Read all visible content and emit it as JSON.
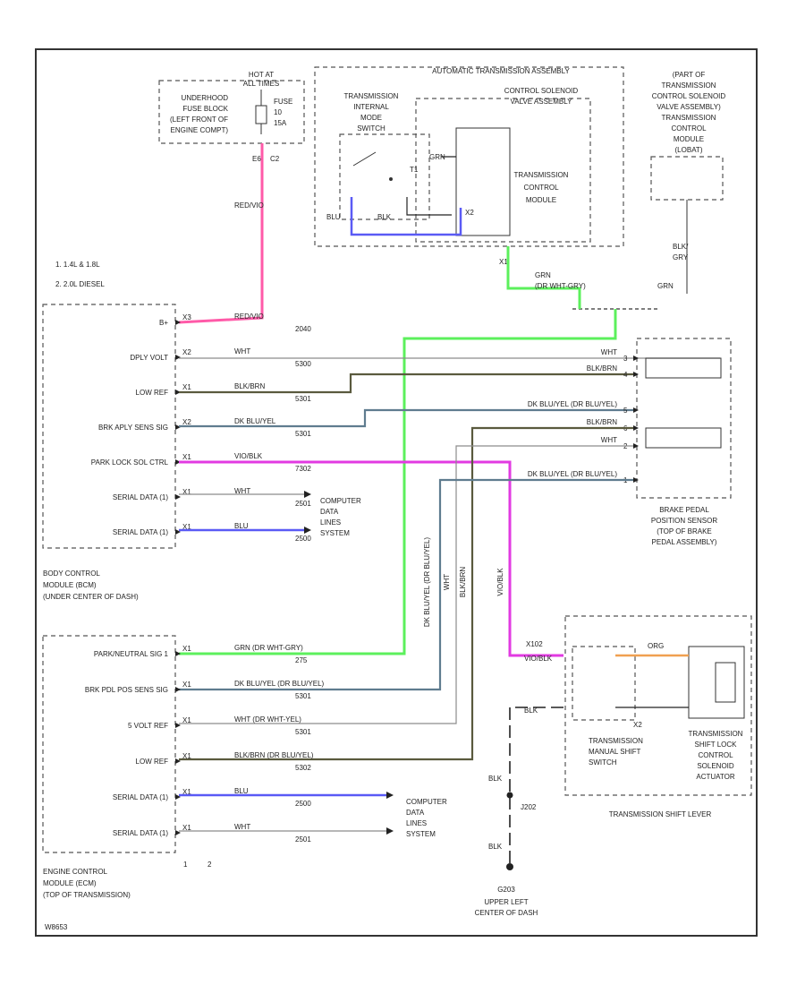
{
  "colors": {
    "red_pink": "#ff5aa8",
    "green": "#5cf05c",
    "magenta": "#e23ae2",
    "blue": "#5a5af5",
    "dk_blue_yel": "#5f7c8f",
    "blk_brn": "#5a5a3e",
    "gray": "#8c8c8c",
    "orange": "#f0a050",
    "black": "#222222"
  },
  "fuse": {
    "lines": [
      "HOT AT",
      "ALL TIMES"
    ],
    "name_lines": [
      "FUSE",
      "10",
      "15A"
    ],
    "block_lines": [
      "UNDERHOOD",
      "FUSE BLOCK",
      "(LEFT FRONT OF",
      "ENGINE COMPT)"
    ],
    "pins": [
      "E6",
      "C2"
    ],
    "wire_label": "RED/VIO"
  },
  "notes": [
    "1. 1.4L & 1.8L",
    "2. 2.0L DIESEL"
  ],
  "tcm_assembly": {
    "title": "AUTOMATIC TRANSMISSION ASSEMBLY",
    "solenoid_lines": [
      "CONTROL SOLENOID",
      "VALVE ASSEMBLY"
    ],
    "switch_lines": [
      "TRANSMISSION",
      "INTERNAL",
      "MODE",
      "SWITCH"
    ],
    "module_lines": [
      "TRANSMISSION",
      "CONTROL",
      "MODULE"
    ],
    "internal_labels": [
      "GRN",
      "BLU",
      "BLK"
    ],
    "pin_labels": [
      "T1",
      "X2",
      "X1"
    ]
  },
  "part_of": {
    "lines": [
      "(PART OF",
      "TRANSMISSION",
      "CONTROL SOLENOID",
      "VALVE ASSEMBLY)",
      "TRANSMISSION",
      "CONTROL",
      "MODULE",
      "(LOBAT)"
    ],
    "wire_lines": [
      "BLK/",
      "GRY"
    ],
    "grn_label": "GRN"
  },
  "green_wire_labels": [
    "GRN",
    "(DR WHT-GRY)"
  ],
  "bcm": {
    "title_lines": [
      "BODY CONTROL",
      "MODULE (BCM)",
      "(UNDER CENTER OF DASH)"
    ],
    "pins": [
      {
        "label": "B+",
        "pin": "X3",
        "wire": "RED/VIO",
        "circuit": "2040"
      },
      {
        "label": "DPLY VOLT",
        "pin": "X2",
        "wire": "WHT",
        "circuit": "5300"
      },
      {
        "label": "LOW REF",
        "pin": "X1",
        "wire": "BLK/BRN",
        "circuit": "5301"
      },
      {
        "label": "BRK APLY SENS SIG",
        "pin": "X2",
        "wire": "DK BLU/YEL",
        "circuit": "5301"
      },
      {
        "label": "PARK LOCK SOL CTRL",
        "pin": "X1",
        "wire": "VIO/BLK",
        "circuit": "7302"
      },
      {
        "label": "SERIAL DATA (1)",
        "pin": "X1",
        "wire": "WHT",
        "circuit": "2501"
      },
      {
        "label": "SERIAL DATA (1)",
        "pin": "X1",
        "wire": "BLU",
        "circuit": "2500"
      }
    ],
    "computer_data_lines": [
      "COMPUTER",
      "DATA",
      "LINES",
      "SYSTEM"
    ]
  },
  "brake_sensor": {
    "title_lines": [
      "BRAKE PEDAL",
      "POSITION SENSOR",
      "(TOP OF BRAKE",
      "PEDAL ASSEMBLY)"
    ],
    "wires": [
      {
        "label": "WHT",
        "pin": "3"
      },
      {
        "label": "BLK/BRN",
        "pin": "4"
      },
      {
        "label": "DK BLU/YEL (DR BLU/YEL)",
        "pin": "5"
      },
      {
        "label": "BLK/BRN",
        "pin": "6"
      },
      {
        "label": "WHT",
        "pin": "2"
      },
      {
        "label": "DK BLU/YEL (DR BLU/YEL)",
        "pin": "1"
      }
    ]
  },
  "ecm": {
    "title_lines": [
      "ENGINE CONTROL",
      "MODULE (ECM)",
      "(TOP OF TRANSMISSION)"
    ],
    "pins": [
      {
        "label": "PARK/NEUTRAL SIG 1",
        "pin": "X1",
        "wire": "GRN (DR WHT-GRY)",
        "circuit": "275"
      },
      {
        "label": "BRK PDL POS SENS SIG",
        "pin": "X1",
        "wire": "DK BLU/YEL (DR BLU/YEL)",
        "circuit": "5301"
      },
      {
        "label": "5 VOLT REF",
        "pin": "X1",
        "wire": "WHT (DR WHT-YEL)",
        "circuit": "5301"
      },
      {
        "label": "LOW REF",
        "pin": "X1",
        "wire": "BLK/BRN (DR BLU/YEL)",
        "circuit": "5302"
      },
      {
        "label": "SERIAL DATA (1)",
        "pin": "X1",
        "wire": "BLU",
        "circuit": "2500"
      },
      {
        "label": "SERIAL DATA (1)",
        "pin": "X1",
        "wire": "WHT",
        "circuit": "2501"
      }
    ],
    "computer_data_lines": [
      "COMPUTER",
      "DATA",
      "LINES",
      "SYSTEM"
    ],
    "footnotes": [
      "1",
      "2"
    ]
  },
  "vertical_wire_labels": [
    "DK BLU/YEL (DR BLU/YEL)",
    "WHT",
    "BLK/BRN",
    "VIO/BLK"
  ],
  "shift_lever": {
    "switch_lines": [
      "TRANSMISSION",
      "MANUAL SHIFT",
      "SWITCH"
    ],
    "actuator_lines": [
      "TRANSMISSION",
      "SHIFT LOCK",
      "CONTROL",
      "SOLENOID",
      "ACTUATOR"
    ],
    "title": "TRANSMISSION SHIFT LEVER",
    "pin_labels": [
      "X102",
      "X2"
    ],
    "wire_labels": [
      "VIO/BLK",
      "BLK",
      "ORG"
    ]
  },
  "ground": {
    "wire": "BLK",
    "splice": "J202",
    "name": "G203",
    "location_lines": [
      "UPPER LEFT",
      "CENTER OF DASH"
    ]
  },
  "footer_code": "W8653"
}
